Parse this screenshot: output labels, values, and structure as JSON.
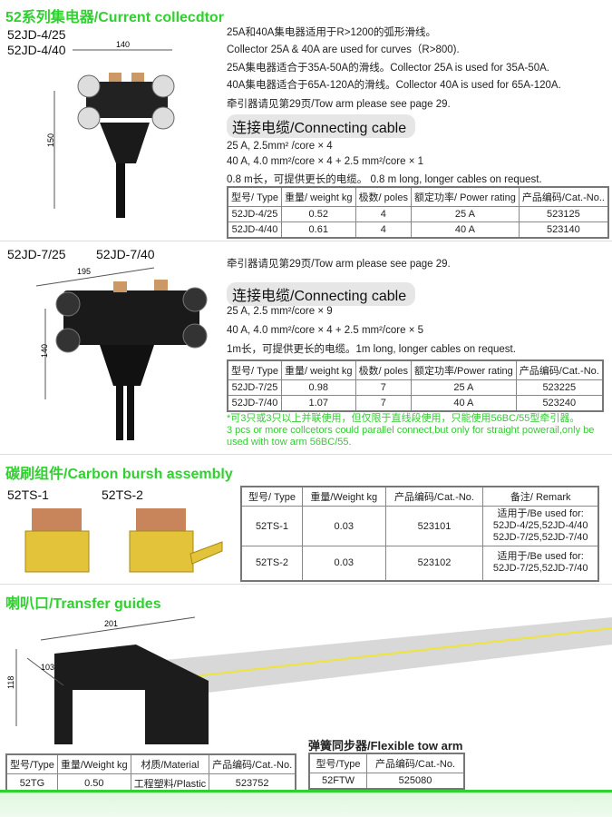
{
  "section1": {
    "title": "52系列集电器/Current collecdtor",
    "models": [
      "52JD-4/25",
      "52JD-4/40"
    ],
    "dims": {
      "width": "140",
      "height": "150"
    },
    "lines": [
      "25A和40A集电器适用于R>1200的弧形滑线。",
      "Collector 25A & 40A are used for curves（R>800).",
      "25A集电器适合于35A-50A的滑线。Collector 25A is used for 35A-50A.",
      "40A集电器适合于65A-120A的滑线。Collector 40A is used for 65A-120A.",
      "牵引器请见第29页/Tow arm please see page 29."
    ],
    "cable_title": "连接电缆/Connecting cable",
    "cable_lines": [
      "25 A, 2.5mm² /core × 4",
      "40 A, 4.0 mm²/core × 4 + 2.5 mm²/core × 1",
      "0.8 m长，可提供更长的电缆。 0.8 m long, longer cables on request."
    ],
    "table": {
      "headers": [
        "型号/ Type",
        "重量/ weight kg",
        "极数/ poles",
        "额定功率/ Power rating",
        "产品编码/Cat.-No.."
      ],
      "rows": [
        [
          "52JD-4/25",
          "0.52",
          "4",
          "25 A",
          "523125"
        ],
        [
          "52JD-4/40",
          "0.61",
          "4",
          "40 A",
          "523140"
        ]
      ]
    }
  },
  "section2": {
    "models": [
      "52JD-7/25",
      "52JD-7/40"
    ],
    "dims": {
      "width": "195",
      "height": "140"
    },
    "tow_arm": "牵引器请见第29页/Tow arm please see page 29.",
    "cable_title": "连接电缆/Connecting cable",
    "cable_lines": [
      "25 A, 2.5 mm²/core × 9",
      "40 A, 4.0 mm²/core × 4 + 2.5 mm²/core × 5",
      "1m长，可提供更长的电缆。1m long, longer cables on request."
    ],
    "table": {
      "headers": [
        "型号/ Type",
        "重量/ weight kg",
        "极数/ poles",
        "额定功率/Power rating",
        "产品编码/Cat.-No."
      ],
      "rows": [
        [
          "52JD-7/25",
          "0.98",
          "7",
          "25 A",
          "523225"
        ],
        [
          "52JD-7/40",
          "1.07",
          "7",
          "40 A",
          "523240"
        ]
      ]
    },
    "note_cn": "*可3只或3只以上并联使用，但仅限于直线段使用，只能使用56BC/55型牵引器。",
    "note_en": "3 pcs or more collcetors could parallel connect,but only for straight powerail,only be used with tow arm 56BC/55."
  },
  "section3": {
    "title": "碳刷组件/Carbon bursh assembly",
    "models": [
      "52TS-1",
      "52TS-2"
    ],
    "table": {
      "headers": [
        "型号/ Type",
        "重量/Weight kg",
        "产品编码/Cat.-No.",
        "备注/ Remark"
      ],
      "rows": [
        [
          "52TS-1",
          "0.03",
          "523101",
          "适用于/Be used for:\n52JD-4/25,52JD-4/40\n52JD-7/25,52JD-7/40"
        ],
        [
          "52TS-2",
          "0.03",
          "523102",
          "适用于/Be used for:\n52JD-7/25,52JD-7/40"
        ]
      ]
    }
  },
  "section4": {
    "title": "喇叭口/Transfer guides",
    "dims": {
      "length": "201",
      "width": "103",
      "height": "118"
    },
    "table": {
      "headers": [
        "型号/Type",
        "重量/Weight kg",
        "材质/Material",
        "产品编码/Cat.-No."
      ],
      "rows": [
        [
          "52TG",
          "0.50",
          "工程塑料/Plastic",
          "523752"
        ]
      ]
    }
  },
  "section5": {
    "title": "弹簧同步器/Flexible tow arm",
    "table": {
      "headers": [
        "型号/Type",
        "产品编码/Cat.-No."
      ],
      "rows": [
        [
          "52FTW",
          "525080"
        ]
      ]
    }
  },
  "colors": {
    "accent": "#2fd12f"
  }
}
